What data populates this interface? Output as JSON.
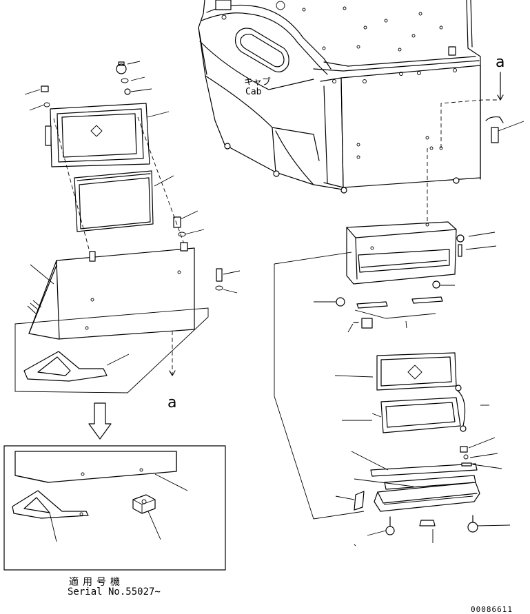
{
  "cab_label_jp": "キャブ",
  "cab_label_en": "Cab",
  "ref_marker_top": "a",
  "ref_marker_bottom": "a",
  "serial_label_jp": "適用号機",
  "serial_label_en": "Serial No.55027~",
  "drawing_number": "00086611"
}
